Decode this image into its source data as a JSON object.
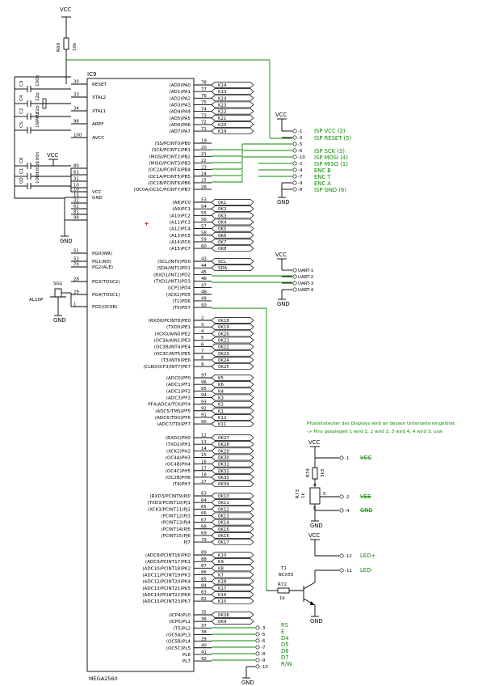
{
  "chip": {
    "ref": "IC9",
    "part": "MEGA2560"
  },
  "left_pins": [
    {
      "num": "30",
      "name": "RESET"
    },
    {
      "num": "33",
      "name": "XTAL2"
    },
    {
      "num": "34",
      "name": "XTAL1"
    },
    {
      "num": "98",
      "name": "AREF"
    },
    {
      "num": "100",
      "name": "AVCC"
    },
    {
      "num": "10",
      "name": "VCC"
    },
    {
      "num": "11",
      "name": "GND"
    },
    {
      "num": "51",
      "name": "PG0(WR)"
    },
    {
      "num": "52",
      "name": "PG1(RD)"
    },
    {
      "num": "70",
      "name": "PG2(ALE)"
    },
    {
      "num": "28",
      "name": "PG3(TOSC2)"
    },
    {
      "num": "29",
      "name": "PG4(TOSC1)"
    },
    {
      "num": "1",
      "name": "PG5(OC0B)"
    }
  ],
  "vcc_pins": [
    "80",
    "61",
    "31",
    "10"
  ],
  "gnd_pins": [
    "11",
    "32",
    "62",
    "81",
    "99"
  ],
  "right_groups": [
    {
      "pins": [
        {
          "num": "78",
          "name": "(AD0)PA0",
          "net": "K14"
        },
        {
          "num": "77",
          "name": "(AD1)PA1",
          "net": "K13"
        },
        {
          "num": "76",
          "name": "(AD2)PA2",
          "net": "K24"
        },
        {
          "num": "75",
          "name": "(AD3)PA3",
          "net": "K23"
        },
        {
          "num": "74",
          "name": "(AD4)PA4",
          "net": "K22"
        },
        {
          "num": "73",
          "name": "(AD5)PA5",
          "net": "K21"
        },
        {
          "num": "72",
          "name": "(AD6)PA6",
          "net": "K20"
        },
        {
          "num": "71",
          "name": "(AD7)PA7",
          "net": "K19"
        }
      ]
    },
    {
      "pins": [
        {
          "num": "19",
          "name": "(SS/PCINT0)PB0",
          "net": ""
        },
        {
          "num": "20",
          "name": "(SCK/PCINT1)PB1",
          "net": ""
        },
        {
          "num": "21",
          "name": "(MOSI/PCINT2)PB2",
          "net": ""
        },
        {
          "num": "22",
          "name": "(MISO/PCINT3)PB3",
          "net": ""
        },
        {
          "num": "23",
          "name": "(OC2A/PCINT4)PB4",
          "net": ""
        },
        {
          "num": "24",
          "name": "(OC1A/PCINT5)PB5",
          "net": ""
        },
        {
          "num": "25",
          "name": "(OC1B/PCINT6)PB6",
          "net": ""
        },
        {
          "num": "26",
          "name": "(OC0A/OC1C/PCINT7)PB7",
          "net": ""
        }
      ]
    },
    {
      "pins": [
        {
          "num": "53",
          "name": "(A8)PC0",
          "net": "0K1"
        },
        {
          "num": "54",
          "name": "(A9)PC1",
          "net": "0K2"
        },
        {
          "num": "55",
          "name": "(A10)PC2",
          "net": "0K3"
        },
        {
          "num": "56",
          "name": "(A11)PC3",
          "net": "0K4"
        },
        {
          "num": "57",
          "name": "(A12)PC4",
          "net": "0K5"
        },
        {
          "num": "58",
          "name": "(A13)PC5",
          "net": "0K6"
        },
        {
          "num": "59",
          "name": "(A14)PC6",
          "net": "0K7"
        },
        {
          "num": "60",
          "name": "(A15)PC7",
          "net": "0K8"
        }
      ]
    },
    {
      "pins": [
        {
          "num": "43",
          "name": "(SCL/INT0)PD0",
          "net": "SCL"
        },
        {
          "num": "44",
          "name": "(SDA/INT1)PD1",
          "net": "SDA"
        },
        {
          "num": "45",
          "name": "(RXD1/INT2)PD2",
          "net": ""
        },
        {
          "num": "46",
          "name": "(TXD1/INT3)PD3",
          "net": ""
        },
        {
          "num": "47",
          "name": "(ICP1)PD4",
          "net": ""
        },
        {
          "num": "48",
          "name": "(XCK1)PD5",
          "net": ""
        },
        {
          "num": "49",
          "name": "(T1)PD6",
          "net": ""
        },
        {
          "num": "50",
          "name": "(T0)PD7",
          "net": ""
        }
      ]
    },
    {
      "pins": [
        {
          "num": "2",
          "name": "(RXD0/PCINT8)PE0",
          "net": "0K18"
        },
        {
          "num": "3",
          "name": "(TXD0)PE1",
          "net": "0K19"
        },
        {
          "num": "4",
          "name": "(XCK0/AIN0)PE2",
          "net": "0K20"
        },
        {
          "num": "5",
          "name": "(OC3A/AIN1)PE3",
          "net": "0K21"
        },
        {
          "num": "6",
          "name": "(OC3B/INT4)PE4",
          "net": "0K22"
        },
        {
          "num": "7",
          "name": "(OC3C/INT5)PE5",
          "net": "0K23"
        },
        {
          "num": "8",
          "name": "(T3/INT6)PE6",
          "net": "0K24"
        },
        {
          "num": "9",
          "name": "(CLKO/ICP3/INT7)PE7",
          "net": "0K25"
        }
      ]
    },
    {
      "pins": [
        {
          "num": "97",
          "name": "(ADC0)PF0",
          "net": "K5"
        },
        {
          "num": "96",
          "name": "(ADC1)PF1",
          "net": "K6"
        },
        {
          "num": "95",
          "name": "(ADC2)PF2",
          "net": "K4"
        },
        {
          "num": "94",
          "name": "(ADC3)PF3",
          "net": "K3"
        },
        {
          "num": "93",
          "name": "PF4(ADC4/TCK)PF4",
          "net": "K2"
        },
        {
          "num": "92",
          "name": "(ADC5/TMS)PF5",
          "net": "K1"
        },
        {
          "num": "91",
          "name": "(ADC6/TDO)PF6",
          "net": "K12"
        },
        {
          "num": "90",
          "name": "(ADC7/TDI)PF7",
          "net": "K11"
        }
      ]
    },
    {
      "pins": [
        {
          "num": "12",
          "name": "(RXD2)PH0",
          "net": "0K27"
        },
        {
          "num": "13",
          "name": "(TXD2)PH1",
          "net": "0K28"
        },
        {
          "num": "14",
          "name": "(XCK2)PH2",
          "net": "0K29"
        },
        {
          "num": "15",
          "name": "(OC4A)PH3",
          "net": "0K30"
        },
        {
          "num": "16",
          "name": "(OC4B)PH4",
          "net": "0K31"
        },
        {
          "num": "17",
          "name": "(OC4C)PH5",
          "net": "0K32"
        },
        {
          "num": "18",
          "name": "(OC2B)PH6",
          "net": "0K33"
        },
        {
          "num": "27",
          "name": "(T4)PH7",
          "net": "0K34"
        }
      ]
    },
    {
      "pins": [
        {
          "num": "63",
          "name": "(RXD3/PCINT9)PJ0",
          "net": "0K10"
        },
        {
          "num": "64",
          "name": "(TXD3/PCINT10)PJ1",
          "net": "0K11"
        },
        {
          "num": "65",
          "name": "(XCK3/PCINT11)PJ2",
          "net": "0K12"
        },
        {
          "num": "66",
          "name": "(PCINT12)PJ3",
          "net": "0K13"
        },
        {
          "num": "67",
          "name": "(PCINT13)PJ4",
          "net": "0K14"
        },
        {
          "num": "68",
          "name": "(PCINT14)PJ5",
          "net": "0K15"
        },
        {
          "num": "69",
          "name": "(PCINT15)PJ6",
          "net": "0K16"
        },
        {
          "num": "79",
          "name": "PJ7",
          "net": "0K17"
        }
      ]
    },
    {
      "pins": [
        {
          "num": "89",
          "name": "(ADC8/PCINT16)PK0",
          "net": "K10"
        },
        {
          "num": "88",
          "name": "(ADC9/PCINT17)PK1",
          "net": "K9"
        },
        {
          "num": "87",
          "name": "(ADC10/PCINT18)PK2",
          "net": "K8"
        },
        {
          "num": "86",
          "name": "(ADC11/PCINT19)PK3",
          "net": "K7"
        },
        {
          "num": "85",
          "name": "(ADC12/PCINT20)PK4",
          "net": "K18"
        },
        {
          "num": "84",
          "name": "(ADC13/PCINT21)PK5",
          "net": "K17"
        },
        {
          "num": "83",
          "name": "(ADC14/PCINT22)PK6",
          "net": "K16"
        },
        {
          "num": "82",
          "name": "(ADC15/PCINT23)PK7",
          "net": "K15"
        }
      ]
    },
    {
      "pins": [
        {
          "num": "35",
          "name": "(ICP4)PL0",
          "net": "0K26"
        },
        {
          "num": "36",
          "name": "(ICP5)PL1",
          "net": "0K9"
        },
        {
          "num": "37",
          "name": "(T5)PL2",
          "net": ""
        },
        {
          "num": "38",
          "name": "(OC5A)PL3",
          "net": ""
        },
        {
          "num": "39",
          "name": "(OC5B)PL4",
          "net": ""
        },
        {
          "num": "40",
          "name": "(OC5C)PL5",
          "net": ""
        },
        {
          "num": "41",
          "name": "PL6",
          "net": ""
        },
        {
          "num": "42",
          "name": "PL7",
          "net": ""
        }
      ]
    }
  ],
  "isp": {
    "pins": [
      "-1",
      "-3",
      "-5",
      "-6",
      "-10",
      "-2",
      "-4",
      "-7",
      "-9",
      "-8"
    ],
    "labels": [
      "ISP VCC (2)",
      "ISP RESET (5)",
      "ISP SCK (3)",
      "ISP MOSI (4)",
      "ISP MISO (1)",
      "ENC B",
      "ENC T",
      "ENC A",
      "ISP GND (6)"
    ]
  },
  "uart": {
    "labels": [
      "UART-1",
      "UART-2",
      "UART-3",
      "UART-4"
    ]
  },
  "display": {
    "note_line1": "Pfostenstecker des Displays wird an dessen Unterseite eingelötet",
    "note_line2": "-> Pins gespiegelt 1 wird 2, 2 wird 1, 3 wird 4, 4 wird 3, usw",
    "pin_labels": [
      "VCC",
      "VEE",
      "GND",
      "LED+",
      "LED-"
    ],
    "pins": [
      "-1",
      "-2",
      "-4",
      "-12",
      "-11",
      "-3",
      "-5",
      "-6",
      "-7",
      "-8",
      "-9",
      "-10"
    ],
    "data_labels": [
      "RS",
      "E",
      "D4",
      "D5",
      "D6",
      "D7",
      "R/W"
    ]
  },
  "parts": {
    "r69": "R69",
    "r69_val": "10k",
    "r74": "R74",
    "r74_val": "3k3",
    "r73": "R73",
    "r73_val": "1k",
    "r72": "R72",
    "r72_val": "1k",
    "t1": "T1",
    "t1_part": "BCX55",
    "sg1": "SG1",
    "sg1_part": "AL10P",
    "caps": [
      "C3",
      "C4",
      "C2",
      "C5",
      "C6",
      "C1",
      "Q2"
    ],
    "cap_vals": [
      "100n",
      "22p",
      "22p",
      "16MHz",
      "100n",
      "100n",
      "100n"
    ],
    "trim_pins": [
      "A",
      "E",
      "S"
    ]
  },
  "power": {
    "vcc": "VCC",
    "gnd": "GND"
  },
  "colors": {
    "line": "#000000",
    "wire": "#0a8a00",
    "label": "#0a8a00"
  }
}
